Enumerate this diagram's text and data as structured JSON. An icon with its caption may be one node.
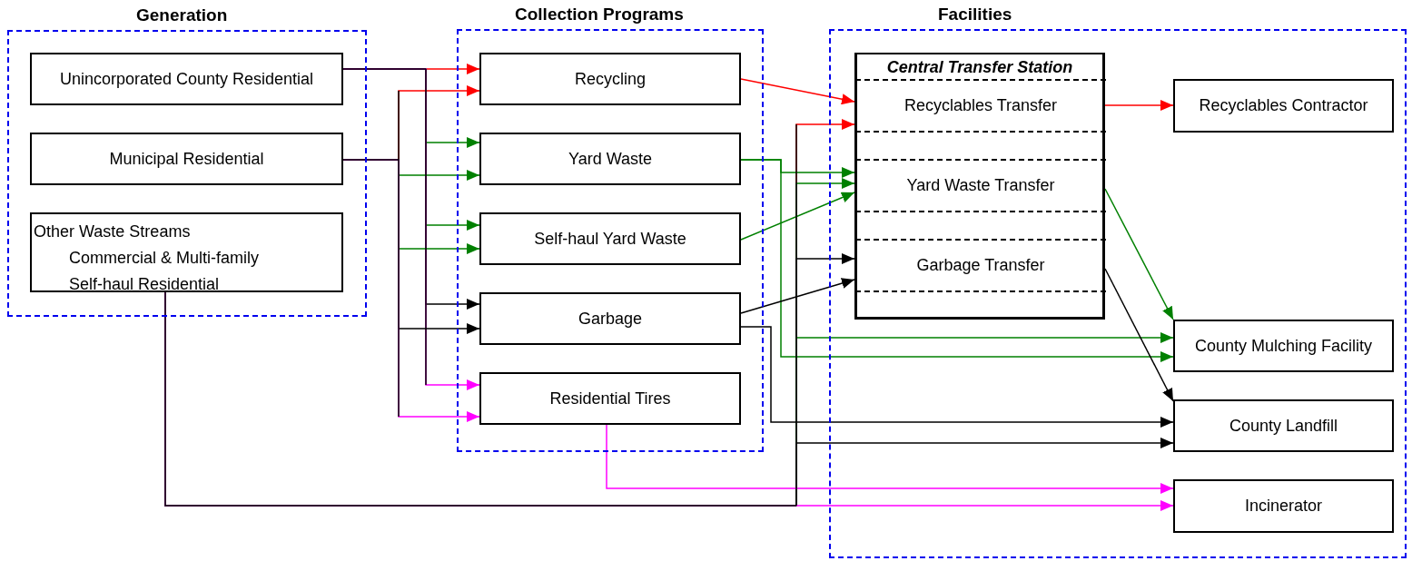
{
  "diagram": {
    "nodes": [
      {
        "text": [
          "Generation"
        ]
      },
      {
        "text": [
          "Unincorporated County Residential"
        ],
        "in": 0
      },
      {
        "text": [
          "Municipal Residential"
        ],
        "in": 0
      },
      {
        "text": [
          "Other Waste Streams",
          "Commercial & Multi-family",
          "Self-haul Residential"
        ],
        "in": 0
      },
      {
        "text": [
          "Collection Programs"
        ]
      },
      {
        "text": [
          "Recycling"
        ],
        "in": 4
      },
      {
        "text": [
          "Yard Waste"
        ],
        "in": 4
      },
      {
        "text": [
          "Self-haul Yard Waste"
        ],
        "in": 4
      },
      {
        "text": [
          "Garbage"
        ],
        "in": 4
      },
      {
        "text": [
          "Residential Tires"
        ],
        "in": 4
      },
      {
        "text": [
          "Facilities"
        ]
      },
      {
        "text": [
          "Central Transfer Station"
        ],
        "in": 10
      },
      {
        "text": [
          "Recyclables Transfer"
        ],
        "in": 11
      },
      {
        "text": [
          "Yard Waste Transfer"
        ],
        "in": 11
      },
      {
        "text": [
          "Garbage Transfer"
        ],
        "in": 11
      },
      {
        "text": [
          "Recyclables Contractor"
        ],
        "in": 10
      },
      {
        "text": [
          "County Mulching Facility"
        ],
        "in": 10
      },
      {
        "text": [
          "County Landfill"
        ],
        "in": 10
      },
      {
        "text": [
          "Incinerator"
        ],
        "in": 10
      }
    ],
    "edges": [
      {
        "from": 1,
        "to": 5,
        "arrow": "to",
        "color": "#ff0000"
      },
      {
        "from": 1,
        "to": 6,
        "arrow": "to",
        "color": "#008000"
      },
      {
        "from": 1,
        "to": 7,
        "arrow": "to",
        "color": "#008000"
      },
      {
        "from": 1,
        "to": 8,
        "arrow": "to",
        "color": "#000000"
      },
      {
        "from": 1,
        "to": 9,
        "arrow": "to",
        "color": "#ff00ff"
      },
      {
        "from": 2,
        "to": 5,
        "arrow": "to",
        "color": "#ff0000"
      },
      {
        "from": 2,
        "to": 6,
        "arrow": "to",
        "color": "#008000"
      },
      {
        "from": 2,
        "to": 7,
        "arrow": "to",
        "color": "#008000"
      },
      {
        "from": 2,
        "to": 8,
        "arrow": "to",
        "color": "#000000"
      },
      {
        "from": 2,
        "to": 9,
        "arrow": "to",
        "color": "#ff00ff"
      },
      {
        "from": 3,
        "to": 12,
        "arrow": "to",
        "color": "#ff0000"
      },
      {
        "from": 3,
        "to": 13,
        "arrow": "to",
        "color": "#008000"
      },
      {
        "from": 3,
        "to": 14,
        "arrow": "to",
        "color": "#000000"
      },
      {
        "from": 3,
        "to": 16,
        "arrow": "to",
        "color": "#008000"
      },
      {
        "from": 3,
        "to": 17,
        "arrow": "to",
        "color": "#000000"
      },
      {
        "from": 3,
        "to": 18,
        "arrow": "to",
        "color": "#ff00ff"
      },
      {
        "from": 5,
        "to": 12,
        "arrow": "to",
        "color": "#ff0000"
      },
      {
        "from": 6,
        "to": 13,
        "arrow": "to",
        "color": "#008000"
      },
      {
        "from": 6,
        "to": 16,
        "arrow": "to",
        "color": "#008000"
      },
      {
        "from": 7,
        "to": 13,
        "arrow": "to",
        "color": "#008000"
      },
      {
        "from": 8,
        "to": 14,
        "arrow": "to",
        "color": "#000000"
      },
      {
        "from": 8,
        "to": 17,
        "arrow": "to",
        "color": "#000000"
      },
      {
        "from": 9,
        "to": 18,
        "arrow": "to",
        "color": "#ff00ff"
      },
      {
        "from": 12,
        "to": 15,
        "arrow": "to",
        "color": "#ff0000"
      },
      {
        "from": 13,
        "to": 16,
        "arrow": "to",
        "color": "#008000"
      },
      {
        "from": 14,
        "to": 17,
        "arrow": "to",
        "color": "#000000"
      }
    ]
  }
}
